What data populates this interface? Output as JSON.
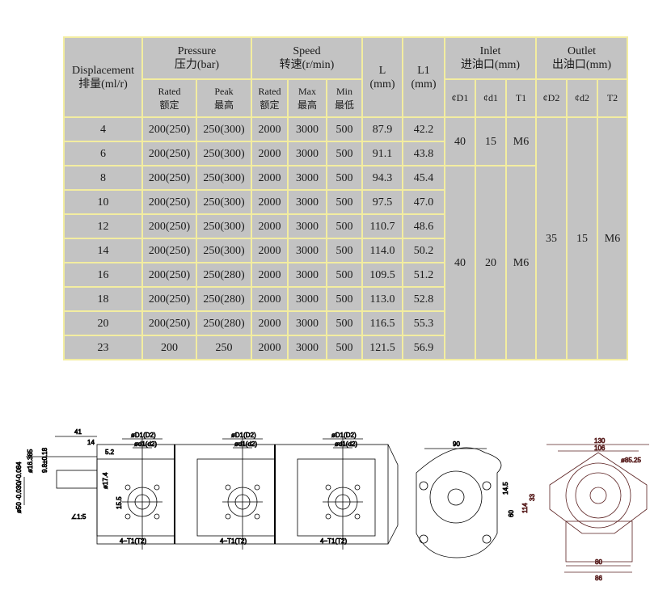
{
  "table": {
    "headers": {
      "displacement": "Displacement",
      "displacement_cn": "排量(ml/r)",
      "pressure": "Pressure",
      "pressure_cn": "压力(bar)",
      "speed": "Speed",
      "speed_cn": "转速(r/min)",
      "l": "L",
      "l_unit": "(mm)",
      "l1": "L1",
      "l1_unit": "(mm)",
      "inlet": "Inlet",
      "inlet_cn": "进油口(mm)",
      "outlet": "Outlet",
      "outlet_cn": "出油口(mm)",
      "rated": "Rated",
      "rated_cn": "额定",
      "peak": "Peak",
      "peak_cn": "最高",
      "speed_rated": "Rated",
      "speed_rated_cn": "额定",
      "max": "Max",
      "max_cn": "最高",
      "min": "Min",
      "min_cn": "最低",
      "d1": "¢D1",
      "dd1": "¢d1",
      "t1": "T1",
      "d2": "¢D2",
      "dd2": "¢d2",
      "t2": "T2"
    },
    "rows": [
      [
        "4",
        "200(250)",
        "250(300)",
        "2000",
        "3000",
        "500",
        "87.9",
        "42.2"
      ],
      [
        "6",
        "200(250)",
        "250(300)",
        "2000",
        "3000",
        "500",
        "91.1",
        "43.8"
      ],
      [
        "8",
        "200(250)",
        "250(300)",
        "2000",
        "3000",
        "500",
        "94.3",
        "45.4"
      ],
      [
        "10",
        "200(250)",
        "250(300)",
        "2000",
        "3000",
        "500",
        "97.5",
        "47.0"
      ],
      [
        "12",
        "200(250)",
        "250(300)",
        "2000",
        "3000",
        "500",
        "110.7",
        "48.6"
      ],
      [
        "14",
        "200(250)",
        "250(300)",
        "2000",
        "3000",
        "500",
        "114.0",
        "50.2"
      ],
      [
        "16",
        "200(250)",
        "250(280)",
        "2000",
        "3000",
        "500",
        "109.5",
        "51.2"
      ],
      [
        "18",
        "200(250)",
        "250(280)",
        "2000",
        "3000",
        "500",
        "113.0",
        "52.8"
      ],
      [
        "20",
        "200(250)",
        "250(280)",
        "2000",
        "3000",
        "500",
        "116.5",
        "55.3"
      ],
      [
        "23",
        "200",
        "250",
        "2000",
        "3000",
        "500",
        "121.5",
        "56.9"
      ]
    ],
    "inlet_a": [
      "40",
      "15",
      "M6"
    ],
    "inlet_b": [
      "40",
      "20",
      "M6"
    ],
    "outlet": [
      "35",
      "15",
      "M6"
    ]
  },
  "drawing": {
    "dims": [
      "41",
      "14",
      "5.2",
      "ø16.385",
      "9.8±0.18",
      "ø17.4",
      "15.5",
      "∠1:5",
      "ø50 -0.030/-0.084"
    ],
    "port_d": " øD1(D2)",
    "port_dd": "ød1(d2)",
    "port_t": "4−T1(T2)",
    "front": [
      "90",
      "14.5",
      "60"
    ],
    "flange": [
      "130",
      "106",
      "ø85.25",
      "114",
      "33",
      "80",
      "86"
    ]
  }
}
